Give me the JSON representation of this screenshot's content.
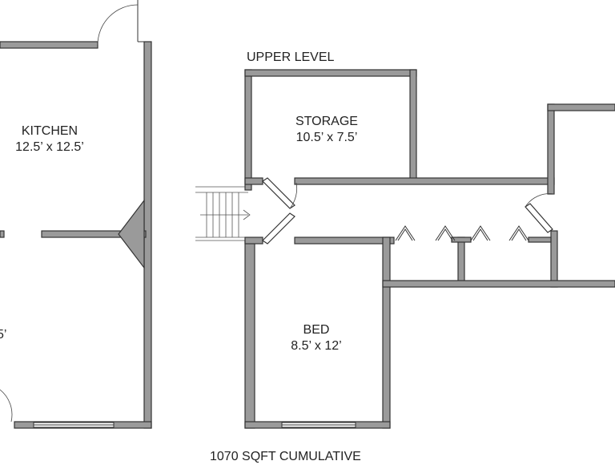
{
  "plan_title": "UPPER LEVEL",
  "footer_note": "1070 SQFT CUMULATIVE",
  "rooms": {
    "kitchen": {
      "name": "KITCHEN",
      "dims": "12.5’ x 12.5’"
    },
    "storage": {
      "name": "STORAGE",
      "dims": "10.5’ x 7.5’"
    },
    "bed": {
      "name": "BED",
      "dims": "8.5’ x 12’"
    },
    "partial_left": {
      "dims": "5’"
    }
  },
  "colors": {
    "wall_fill": "#9a9a9a",
    "wall_stroke": "#333333",
    "background": "#ffffff"
  }
}
